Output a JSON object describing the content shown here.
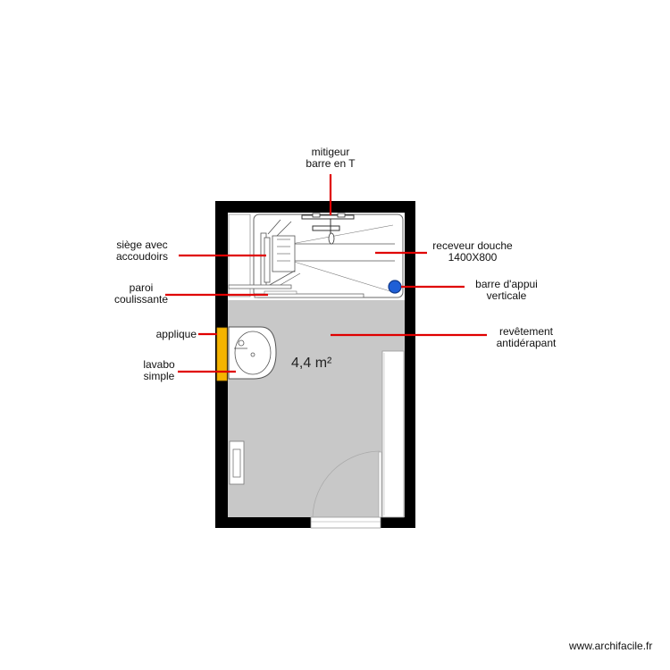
{
  "labels": {
    "mitigeur": {
      "line1": "mitigeur",
      "line2": "barre en T"
    },
    "siege": {
      "line1": "siège avec",
      "line2": "accoudoirs"
    },
    "receveur": {
      "line1": "receveur douche",
      "line2": "1400X800"
    },
    "paroi": {
      "line1": "paroi",
      "line2": "coulissante"
    },
    "barre": {
      "line1": "barre d'appui",
      "line2": "verticale"
    },
    "applique": "applique",
    "revetement": {
      "line1": "revêtement",
      "line2": "antidérapant"
    },
    "lavabo": {
      "line1": "lavabo",
      "line2": "simple"
    }
  },
  "area": "4,4 m²",
  "credit": "www.archifacile.fr",
  "colors": {
    "wall": "#000000",
    "floor": "#c8c8c8",
    "leader": "#e00000",
    "applique": "#f5b400",
    "grab_bar": "#1f5fd6"
  }
}
